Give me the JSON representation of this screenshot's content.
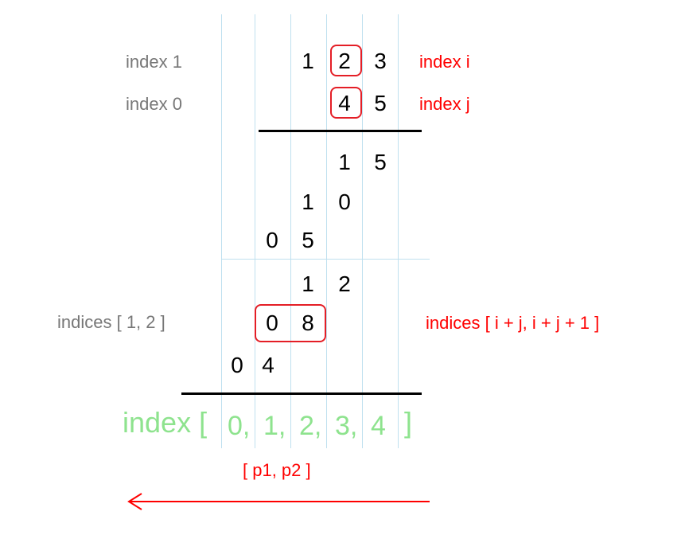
{
  "labels": {
    "left_index1": "index 1",
    "left_index0": "index 0",
    "left_indices": "indices [ 1, 2 ]",
    "right_index_i": "index i",
    "right_index_j": "index j",
    "right_indices": "indices [ i + j, i + j + 1 ]",
    "bottom_index_prefix": "index [",
    "bottom_index_suffix": "]",
    "pointers": "[ p1, p2 ]"
  },
  "numbers": {
    "num1": [
      "1",
      "2",
      "3"
    ],
    "num2": [
      "4",
      "5"
    ],
    "products": [
      [
        "1",
        "5"
      ],
      [
        "1",
        "0"
      ],
      [
        "0",
        "5"
      ],
      [
        "1",
        "2"
      ],
      [
        "0",
        "8"
      ],
      [
        "0",
        "4"
      ]
    ],
    "indices": [
      "0,",
      "1,",
      "2,",
      "3,",
      "4"
    ]
  },
  "colors": {
    "highlight": "#e41e26",
    "annotation": "#ff0000",
    "label": "#777777",
    "index": "#8ee38e",
    "grid": "#bfe0ef"
  },
  "icons": {
    "direction_arrow": "left-arrow-icon"
  }
}
